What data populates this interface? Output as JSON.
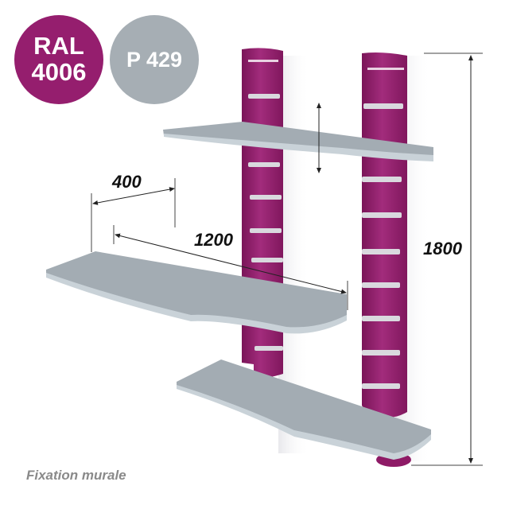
{
  "badges": {
    "ral": {
      "line1": "RAL",
      "line2": "4006",
      "color": "#951e6e"
    },
    "pantone": {
      "label": "P 429",
      "color": "#a6aeb4"
    }
  },
  "dimensions": {
    "depth": "400",
    "width": "1200",
    "height": "1800",
    "shelf_spacing_adjustable": true
  },
  "caption": "Fixation murale",
  "colors": {
    "column": "#8e1a66",
    "column_highlight": "#b03a86",
    "shelf_top": "#a3acb3",
    "shelf_edge": "#c9d2d8",
    "slot": "#d9d9de",
    "dimension_line": "#222222"
  },
  "product": {
    "columns": 2,
    "shelves": 3
  }
}
